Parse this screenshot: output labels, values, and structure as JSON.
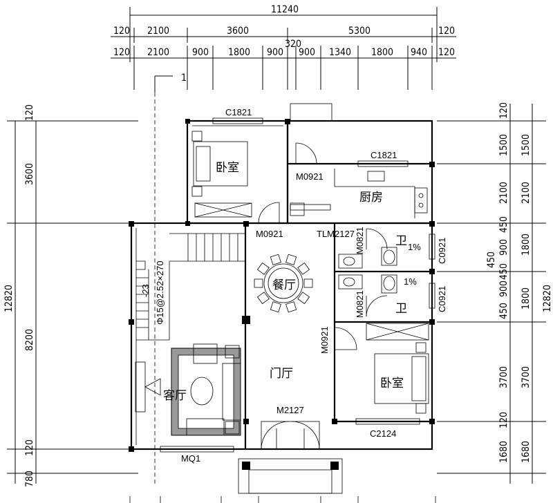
{
  "dimensions": {
    "top_total": "11240",
    "top_row1": [
      "120",
      "2100",
      "3600",
      "5300",
      "120"
    ],
    "top_row2": [
      "120",
      "2100",
      "900",
      "1800",
      "900",
      "900",
      "1340",
      "1800",
      "940",
      "120"
    ],
    "top_mid": "320",
    "left": [
      "120",
      "3600",
      "12820",
      "8200",
      "120",
      "780"
    ],
    "right_outer": [
      "1500",
      "2100",
      "1800",
      "1800",
      "3700",
      "1680"
    ],
    "right_inner": [
      "120",
      "1500",
      "2100",
      "450",
      "900",
      "450",
      "450",
      "900",
      "450",
      "3700",
      "120",
      "1680"
    ],
    "right_total": "12820",
    "right_mid": "450"
  },
  "section_mark": "1",
  "windows": {
    "bedroom_top": "C1821",
    "kitchen": "C1821",
    "bath_top": "C0921",
    "bath_bottom": "C0921",
    "bedroom_bottom": "C2124",
    "living": "MQ1"
  },
  "doors": {
    "kitchen": "M0921",
    "bedroom_top": "M0921",
    "dining": "TLM2127",
    "bath_top": "M0821",
    "bath_bottom": "M0821",
    "bedroom_bottom": "M0921",
    "main": "M2127"
  },
  "rooms": {
    "bedroom_top": "卧室",
    "kitchen": "厨房",
    "bath_top": "卫",
    "bath_bottom": "卫",
    "dining": "餐厅",
    "foyer": "门厅",
    "bedroom_bottom": "卧室",
    "living": "客厅"
  },
  "stair_labels": [
    "-23",
    "Φ15@2.52×270"
  ],
  "slope_labels": [
    "1%",
    "1%"
  ]
}
